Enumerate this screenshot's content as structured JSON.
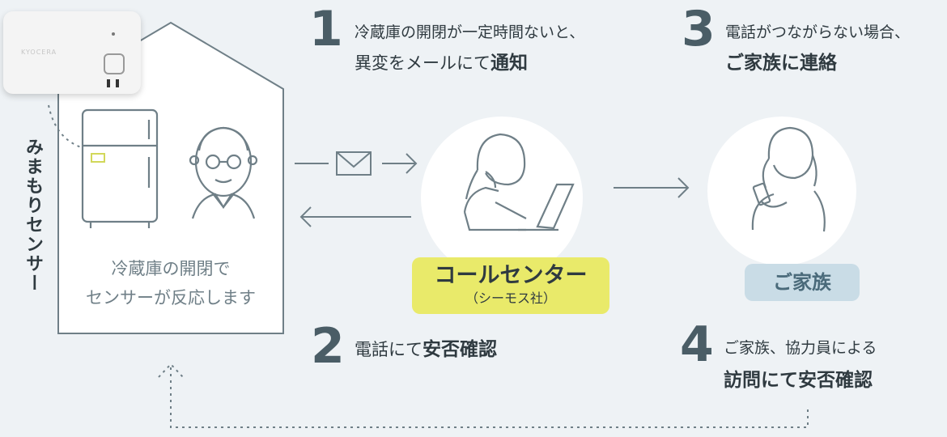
{
  "device": {
    "brand": "KYOCERA"
  },
  "sensor_label": "みまもりセンサー",
  "house": {
    "line1": "冷蔵庫の開閉で",
    "line2": "センサーが反応します"
  },
  "step1": {
    "number": "1",
    "line1": "冷蔵庫の開閉が一定時間ないと、",
    "line2_plain": "異変をメールにて",
    "line2_bold": "通知"
  },
  "step2": {
    "number": "2",
    "plain": "電話にて",
    "bold": "安否確認"
  },
  "step3": {
    "number": "3",
    "line1": "電話がつながらない場合、",
    "line2_bold": "ご家族に連絡"
  },
  "step4": {
    "number": "4",
    "line1": "ご家族、協力員による",
    "line2_bold": "訪問にて安否確認"
  },
  "call_center": {
    "main": "コールセンター",
    "sub": "（シーモス社）"
  },
  "family": {
    "label": "ご家族"
  },
  "colors": {
    "background": "#eef2f5",
    "call_center_badge": "#e9ea6a",
    "family_badge": "#c9dce6",
    "line": "#6f7f87"
  }
}
